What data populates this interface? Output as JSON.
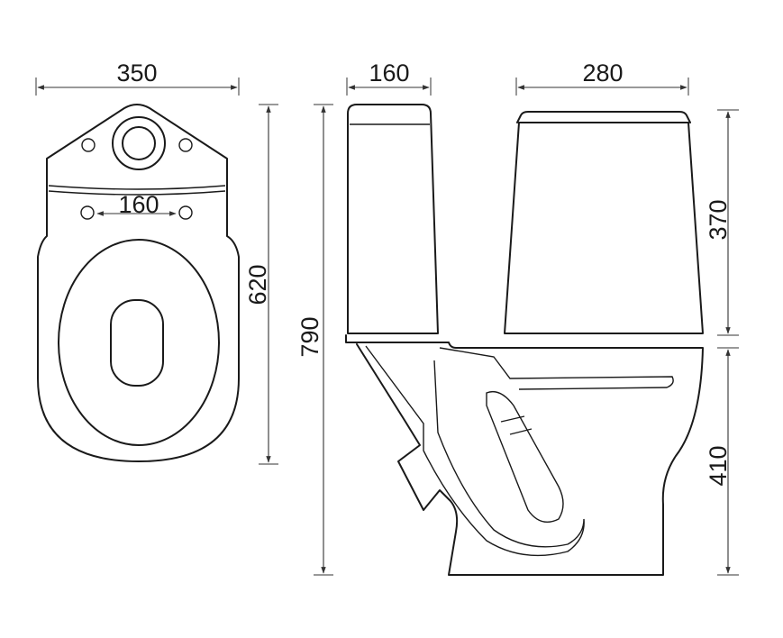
{
  "colors": {
    "stroke": "#1a1a1a",
    "background": "#ffffff"
  },
  "dimensions": {
    "top_width": "350",
    "top_length": "620",
    "mount_hole_spacing": "160",
    "tank_depth": "160",
    "total_height": "790",
    "tank_width": "280",
    "tank_height": "370",
    "bowl_height": "410"
  }
}
